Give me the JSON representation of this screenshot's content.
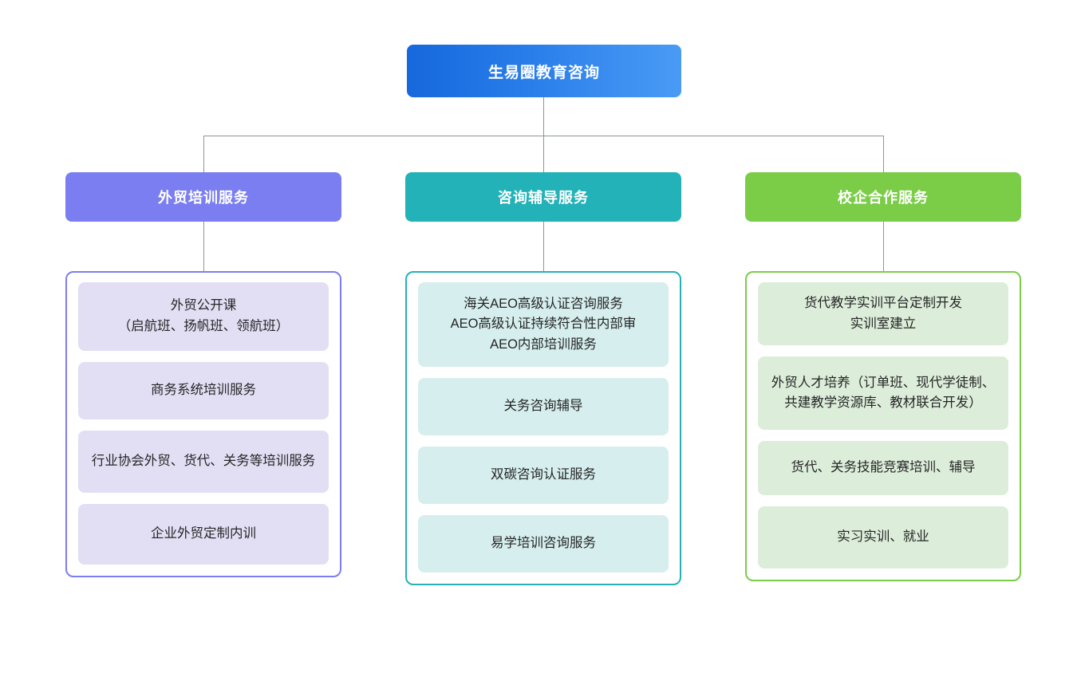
{
  "diagram": {
    "type": "org-chart",
    "orientation": "top-down",
    "root": {
      "label": "生易圈教育咨询",
      "color_start": "#1668DC",
      "color_end": "#4A9BF5"
    },
    "connector_color": "#8D959E",
    "branches": [
      {
        "id": "training",
        "header": "外贸培训服务",
        "accent": "#7B7EF0",
        "leaf_fill": "#E2DFF5",
        "items": [
          "外贸公开课\n（启航班、扬帆班、领航班）",
          "商务系统培训服务",
          "行业协会外贸、货代、关务等培训服务",
          "企业外贸定制内训"
        ]
      },
      {
        "id": "consulting",
        "header": "咨询辅导服务",
        "accent": "#22B2B8",
        "leaf_fill": "#D6EEEE",
        "items": [
          "海关AEO高级认证咨询服务\nAEO高级认证持续符合性内部审\nAEO内部培训服务",
          "关务咨询辅导",
          "双碳咨询认证服务",
          "易学培训咨询服务"
        ]
      },
      {
        "id": "school-enterprise",
        "header": "校企合作服务",
        "accent": "#7BCD48",
        "leaf_fill": "#DCEEDA",
        "items": [
          "货代教学实训平台定制开发\n实训室建立",
          "外贸人才培养（订单班、现代学徒制、共建教学资源库、教材联合开发）",
          "货代、关务技能竞赛培训、辅导",
          "实习实训、就业"
        ]
      }
    ]
  }
}
